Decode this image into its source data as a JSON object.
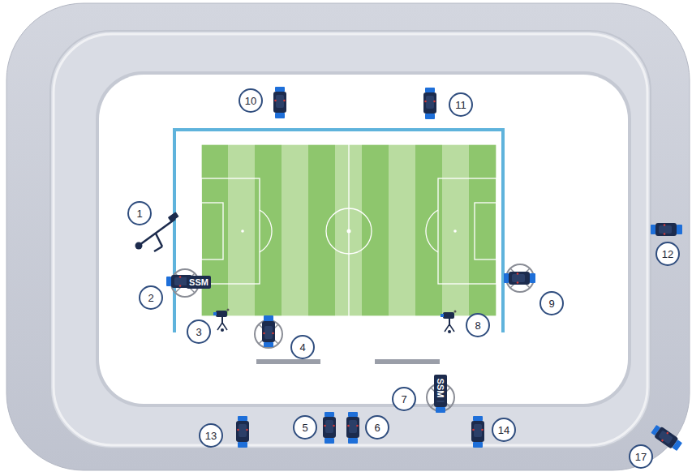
{
  "diagram": {
    "labels": [
      "10",
      "11",
      "1",
      "12",
      "2",
      "SSM",
      "9",
      "3",
      "8",
      "4",
      "7",
      "SSM",
      "5",
      "6",
      "13",
      "14",
      "17"
    ]
  }
}
